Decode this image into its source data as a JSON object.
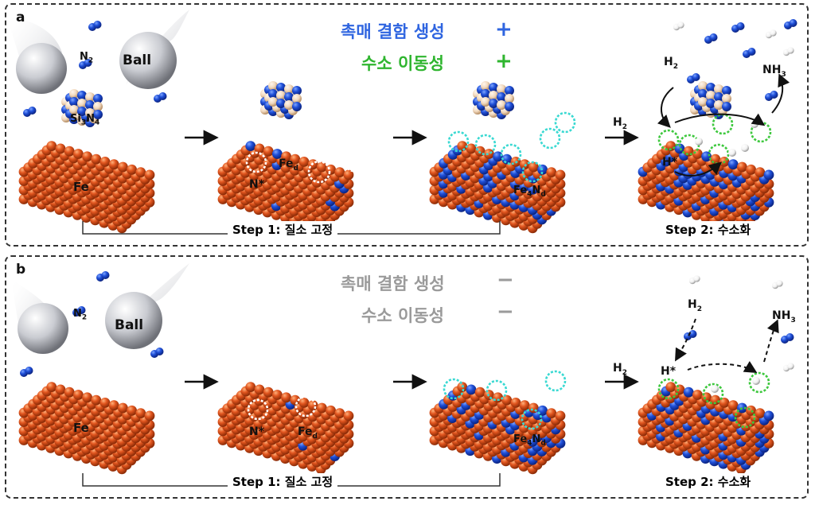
{
  "colors": {
    "fe": "#e2561f",
    "nitrogen": "#1f4fd8",
    "hydrogen": "#f2f2f2",
    "si3n4_light": "#f1d8bd",
    "positive_blue": "#2f65e0",
    "positive_green": "#2fb52f",
    "negative_gray": "#9a9a9a",
    "ring_white": "#ffffff",
    "ring_cyan": "#3ad9d2",
    "ring_green": "#3ec83e"
  },
  "icons": {
    "ball": "milling-ball-icon",
    "n2": "n2-molecule-icon",
    "h2": "h2-molecule-icon",
    "nh3": "nh3-molecule-icon",
    "arrow": "process-arrow-icon"
  },
  "panel_a": {
    "label": "a",
    "effect1": "촉매 결함 생성",
    "effect1_sign": "+",
    "effect2": "수소 이동성",
    "effect2_sign": "+",
    "ball": "Ball",
    "n2_main": "N",
    "n2_sub": "2",
    "si3n4_a": "Si",
    "si3n4_b": "3",
    "si3n4_c": "N",
    "si3n4_d": "4",
    "fe": "Fe",
    "n_star": "N*",
    "fed_main": "Fe",
    "fed_sub": "d",
    "fe4nd_a": "Fe",
    "fe4nd_b": "4",
    "fe4nd_c": "N",
    "fe4nd_d": "d",
    "h2_arrow_main": "H",
    "h2_arrow_sub": "2",
    "h2_gas_main": "H",
    "h2_gas_sub": "2",
    "nh3_main": "NH",
    "nh3_sub": "3",
    "h_star": "H*",
    "step1": "Step 1: 질소 고정",
    "step2": "Step 2: 수소화"
  },
  "panel_b": {
    "label": "b",
    "effect1": "촉매 결함 생성",
    "effect1_sign": "−",
    "effect2": "수소 이동성",
    "effect2_sign": "−",
    "ball": "Ball",
    "n2_main": "N",
    "n2_sub": "2",
    "fe": "Fe",
    "n_star": "N*",
    "fed_main": "Fe",
    "fed_sub": "d",
    "fe4nd_a": "Fe",
    "fe4nd_b": "4",
    "fe4nd_c": "N",
    "fe4nd_d": "d",
    "h2_arrow_main": "H",
    "h2_arrow_sub": "2",
    "h2_gas_main": "H",
    "h2_gas_sub": "2",
    "nh3_main": "NH",
    "nh3_sub": "3",
    "h_star": "H*",
    "step1": "Step 1: 질소 고정",
    "step2": "Step 2: 수소화"
  }
}
